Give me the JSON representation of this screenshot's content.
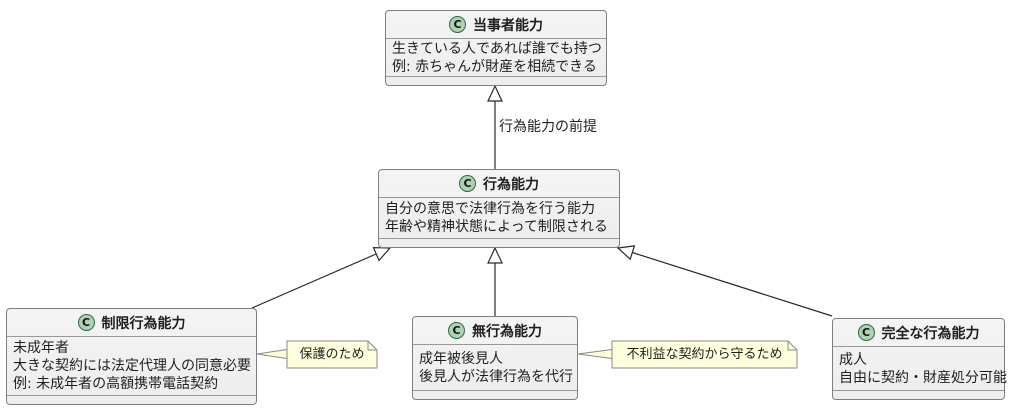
{
  "diagram": {
    "type": "uml-class-diagram",
    "icon_letter": "C",
    "colors": {
      "background": "#ffffff",
      "class_fill": "#f1f1f1",
      "class_border": "#7f7f7f",
      "circle_fill": "#add1b2",
      "circle_border": "#33664b",
      "note_fill": "#feffdd",
      "note_border": "#8a8a8a",
      "line_color": "#2a2a2a",
      "text_color": "#1f1f1f"
    },
    "classes": {
      "party": {
        "title": "当事者能力",
        "body": [
          "生きている人であれば誰でも持つ",
          "例: 赤ちゃんが財産を相続できる"
        ]
      },
      "capacity": {
        "title": "行為能力",
        "body": [
          "自分の意思で法律行為を行う能力",
          "年齢や精神状態によって制限される"
        ]
      },
      "limited": {
        "title": "制限行為能力",
        "body": [
          "未成年者",
          "大きな契約には法定代理人の同意必要",
          "例: 未成年者の高額携帯電話契約"
        ]
      },
      "incapable": {
        "title": "無行為能力",
        "body": [
          "成年被後見人",
          "後見人が法律行為を代行"
        ]
      },
      "full": {
        "title": "完全な行為能力",
        "body": [
          "成人",
          "自由に契約・財産処分可能"
        ]
      }
    },
    "notes": {
      "protect": {
        "text": "保護のため"
      },
      "guard": {
        "text": "不利益な契約から守るため"
      }
    },
    "edges": {
      "premise_label": "行為能力の前提"
    }
  }
}
